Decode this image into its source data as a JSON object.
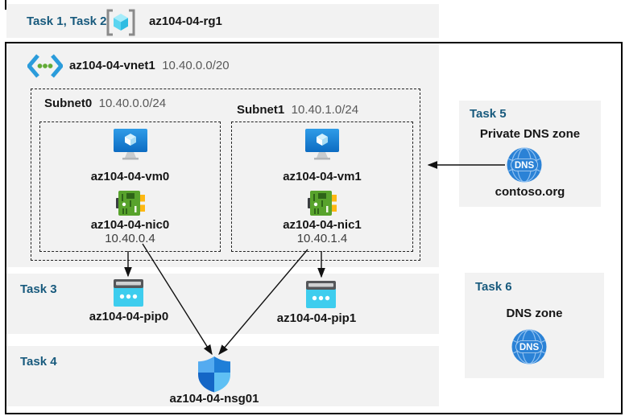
{
  "colors": {
    "taskblue": "#185a7d",
    "bandbg": "#f2f2f2",
    "graytext": "#595959",
    "arrow": "#111111",
    "frame": "#000000"
  },
  "header": {
    "tasks": "Task 1, Task 2",
    "resource_group": "az104-04-rg1"
  },
  "vnet": {
    "name": "az104-04-vnet1",
    "cidr": "10.40.0.0/20",
    "subnet0": {
      "name": "Subnet0",
      "cidr": "10.40.0.0/24",
      "vm": "az104-04-vm0",
      "nic": "az104-04-nic0",
      "ip": "10.40.0.4"
    },
    "subnet1": {
      "name": "Subnet1",
      "cidr": "10.40.1.0/24",
      "vm": "az104-04-vm1",
      "nic": "az104-04-nic1",
      "ip": "10.40.1.4"
    }
  },
  "task3": {
    "label": "Task 3",
    "pip0": "az104-04-pip0",
    "pip1": "az104-04-pip1"
  },
  "task4": {
    "label": "Task 4",
    "nsg": "az104-04-nsg01"
  },
  "task5": {
    "label": "Task 5",
    "title": "Private DNS zone",
    "zone": "contoso.org",
    "dns_badge": "DNS"
  },
  "task6": {
    "label": "Task 6",
    "title": "DNS zone",
    "dns_badge": "DNS"
  }
}
